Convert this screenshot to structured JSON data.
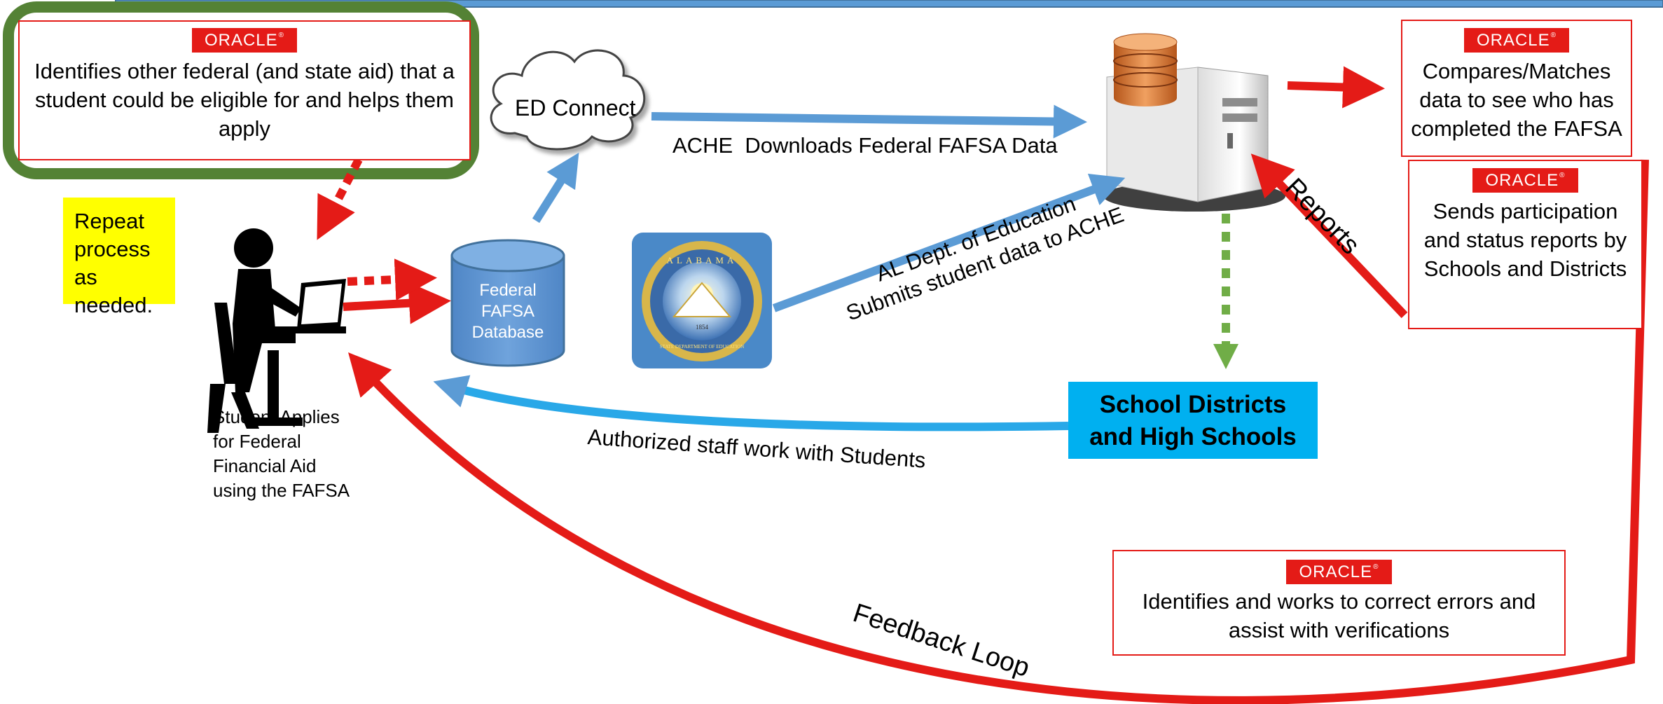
{
  "oracle_logo": "ORACLE",
  "boxes": {
    "identifies_aid": "Identifies other federal (and state aid) that a student could be eligible for and helps them apply",
    "compares": "Compares/Matches data to see who has completed the FAFSA",
    "sends_reports": "Sends participation and status reports by Schools and Districts",
    "identifies_errors": "Identifies and works to correct errors and assist with verifications"
  },
  "repeat_note": "Repeat process as needed.",
  "ed_connect": "ED Connect",
  "database": {
    "line1": "Federal",
    "line2": "FAFSA",
    "line3": "Database"
  },
  "student": {
    "line1": "Student Applies",
    "line2": "for Federal",
    "line3": "Financial Aid",
    "line4": "using the FAFSA"
  },
  "school_box": {
    "line1": "School Districts",
    "line2": "and High Schools"
  },
  "seal": {
    "top": "ALABAMA",
    "bottom": "STATE DEPARTMENT OF EDUCATION",
    "year": "1854"
  },
  "flow_labels": {
    "ache_downloads": "ACHE  Downloads Federal FAFSA Data",
    "al_dept_line1": "AL Dept. of Education",
    "al_dept_line2": "Submits student data to ACHE",
    "authorized": "Authorized staff work with Students",
    "reports": "Reports",
    "feedback": "Feedback Loop"
  },
  "colors": {
    "oracle_red": "#e41b17",
    "arrow_blue": "#5b9bd5",
    "arrow_bright_blue": "#29a8e8",
    "school_box": "#00b0f0",
    "green_frame": "#548235",
    "green_dots": "#70ad47",
    "note_yellow": "#ffff00",
    "header_bar": "#5b9bd5"
  }
}
